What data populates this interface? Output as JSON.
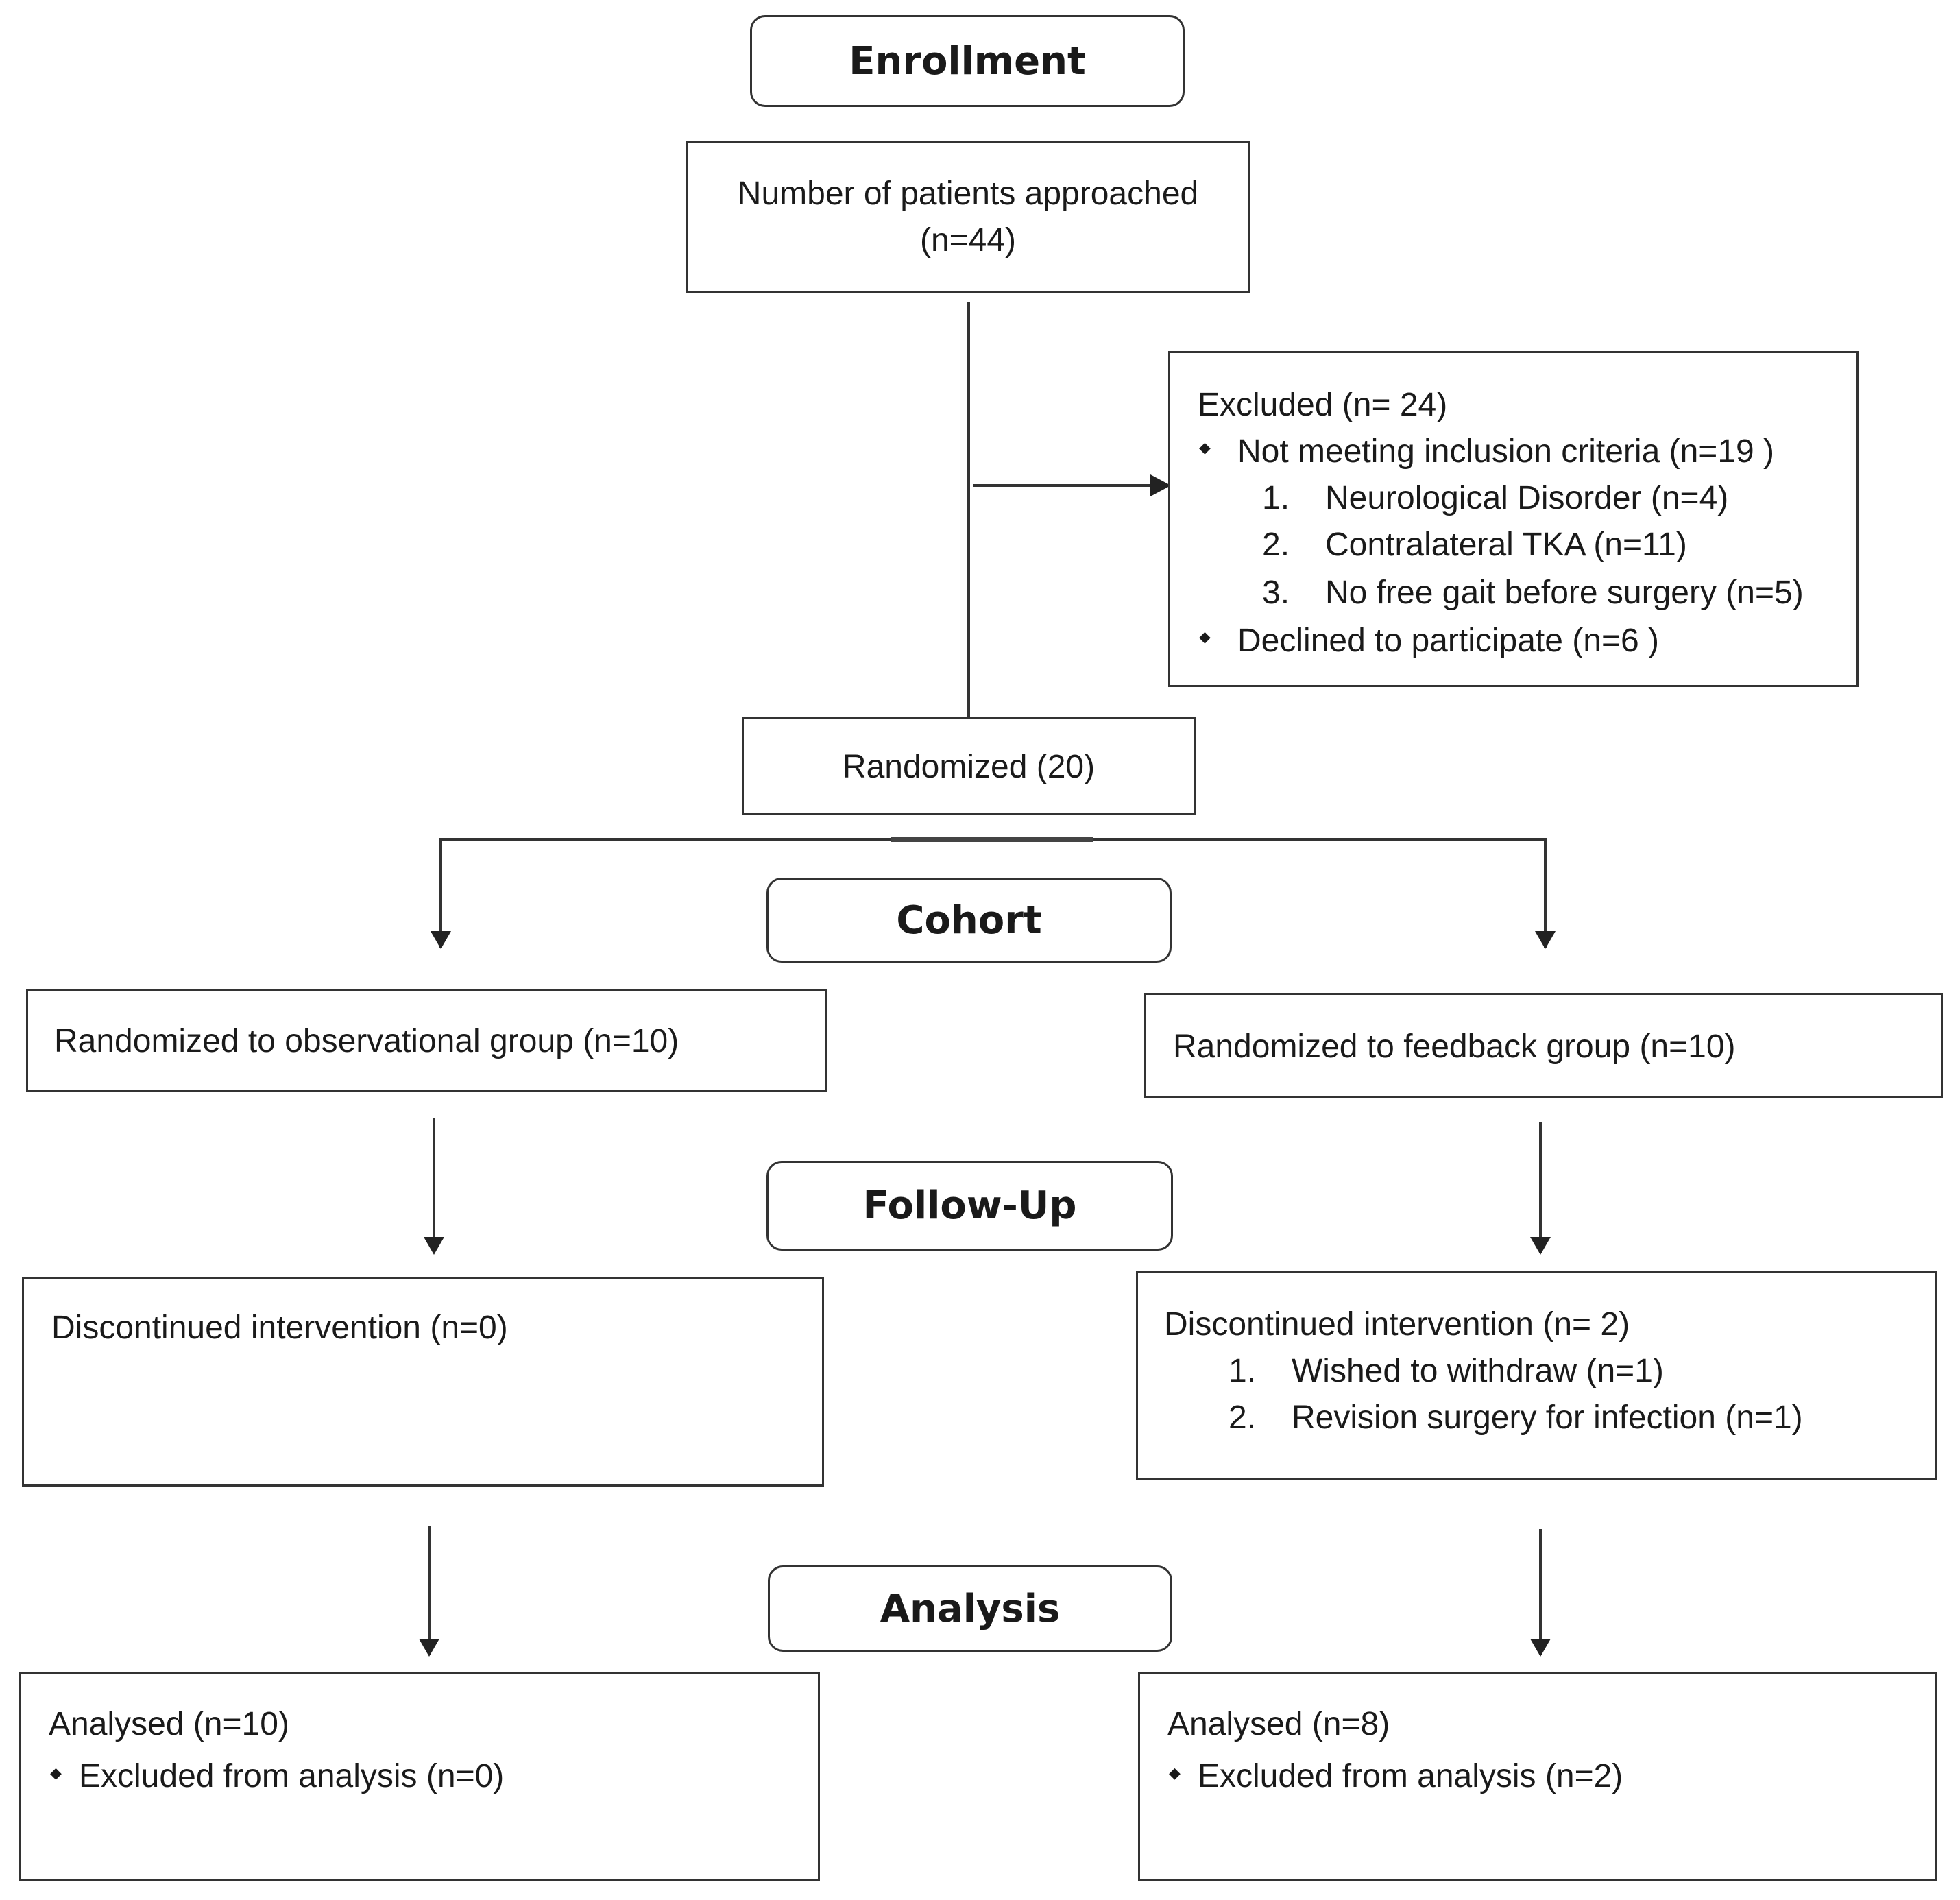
{
  "stages": {
    "enrollment": "Enrollment",
    "cohort": "Cohort",
    "follow_up": "Follow-Up",
    "analysis": "Analysis"
  },
  "approached": {
    "line1": "Number of patients approached",
    "line2": "(n=44)"
  },
  "excluded": {
    "title": "Excluded (n= 24)",
    "not_meeting": "Not meeting inclusion criteria (n=19 )",
    "reasons": [
      {
        "num": "1.",
        "text": "Neurological Disorder (n=4)"
      },
      {
        "num": "2.",
        "text": "Contralateral TKA (n=11)"
      },
      {
        "num": "3.",
        "text": "No free gait before surgery (n=5)"
      }
    ],
    "declined": "Declined to participate (n=6  )",
    "bullet": "◆"
  },
  "randomized": "Randomized (20)",
  "left": {
    "group": "Randomized to observational group (n=10)",
    "discontinued": "Discontinued intervention (n=0)",
    "analysed": "Analysed (n=10)",
    "excluded_analysis": "Excluded from analysis (n=0)"
  },
  "right": {
    "group": "Randomized to feedback group (n=10)",
    "discontinued": "Discontinued intervention (n= 2)",
    "reasons": [
      {
        "num": "1.",
        "text": "Wished to withdraw (n=1)"
      },
      {
        "num": "2.",
        "text": "Revision surgery for infection (n=1)"
      }
    ],
    "analysed": "Analysed (n=8)",
    "excluded_analysis": "Excluded from analysis (n=2)"
  },
  "colors": {
    "line": "#333333",
    "text": "#1a1a1a",
    "background": "#ffffff"
  }
}
